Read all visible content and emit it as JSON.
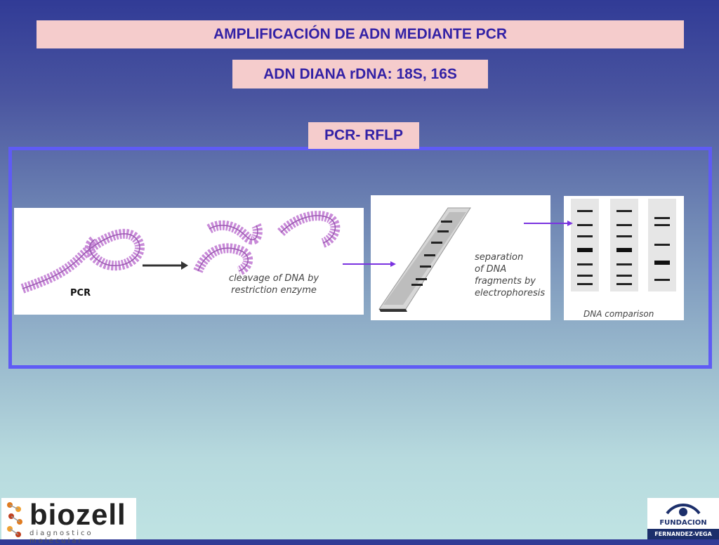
{
  "slide": {
    "title": "AMPLIFICACIÓN DE ADN MEDIANTE PCR",
    "subtitle": "ADN DIANA rDNA: 18S, 16S",
    "method": "PCR- RFLP"
  },
  "diagram": {
    "step1_label": "PCR",
    "step2_line1": "cleavage of DNA by",
    "step2_line2": "restriction enzyme",
    "step3_line1": "separation",
    "step3_line2": "of DNA",
    "step3_line3": "fragments by",
    "step3_line4": "electrophoresis",
    "step4_label": "DNA comparison"
  },
  "logos": {
    "left_brand": "biozell",
    "left_tagline": "diagnostico molecular",
    "right_line1": "FUNDACION",
    "right_line2": "FERNANDEZ-VEGA"
  },
  "colors": {
    "title_text": "#3322a6",
    "label_bg": "#f5cccc",
    "frame": "#5f5bf5",
    "arrow": "#7a33e0",
    "dna": "#c88ad8"
  }
}
